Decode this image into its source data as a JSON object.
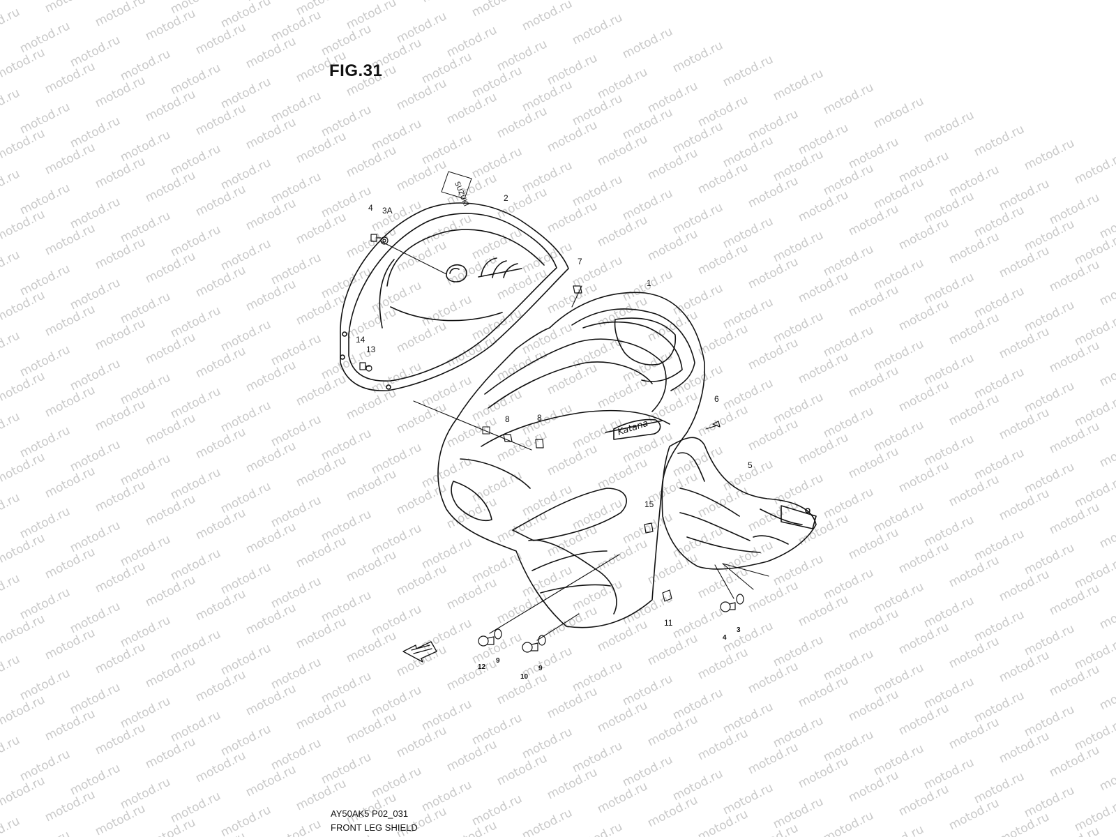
{
  "figure": {
    "title": "FIG.31",
    "code": "AY50AK5 P02_031",
    "name": "FRONT LEG SHIELD"
  },
  "watermark": {
    "text": "motod.ru",
    "color": "#c9c9c9"
  },
  "brand_marks": {
    "logo_text": "SUZUKI",
    "model_script": "Katana",
    "fwd_arrow": "FWD"
  },
  "callouts": {
    "c1": "1",
    "c2": "2",
    "c3a": "3A",
    "c4top": "4",
    "c5": "5",
    "c6": "6",
    "c7": "7",
    "c8a": "8",
    "c8b": "8",
    "c11": "11",
    "c13": "13",
    "c14": "14",
    "c15": "15",
    "c4bot": "4",
    "c3bot": "3",
    "c12": "12",
    "c9a": "9",
    "c10": "10",
    "c9b": "9"
  },
  "icons": [
    "screw-icon",
    "washer-icon",
    "clip-nut-icon",
    "forward-arrow-icon"
  ],
  "colors": {
    "line": "#111111",
    "background": "#ffffff"
  }
}
